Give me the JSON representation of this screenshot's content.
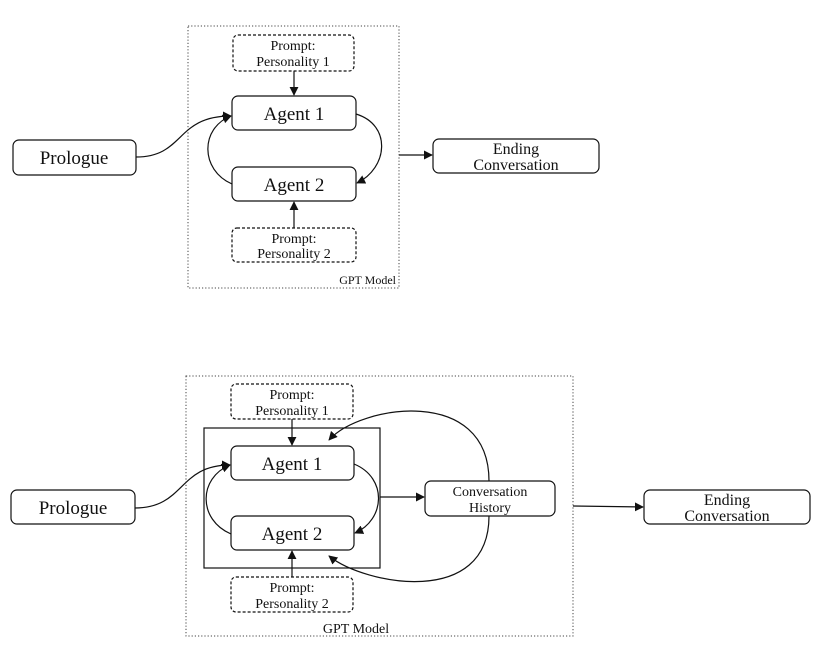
{
  "top": {
    "prologue": "Prologue",
    "agent1": "Agent 1",
    "agent2": "Agent 2",
    "prompt1": [
      "Prompt:",
      "Personality 1"
    ],
    "prompt2": [
      "Prompt:",
      "Personality 2"
    ],
    "ending": [
      "Ending",
      "Conversation"
    ],
    "frame_label": "GPT Model"
  },
  "bottom": {
    "prologue": "Prologue",
    "agent1": "Agent 1",
    "agent2": "Agent 2",
    "prompt1": [
      "Prompt:",
      "Personality 1"
    ],
    "prompt2": [
      "Prompt:",
      "Personality 2"
    ],
    "history": [
      "Conversation",
      "History"
    ],
    "ending": [
      "Ending",
      "Conversation"
    ],
    "frame_label": "GPT Model"
  }
}
